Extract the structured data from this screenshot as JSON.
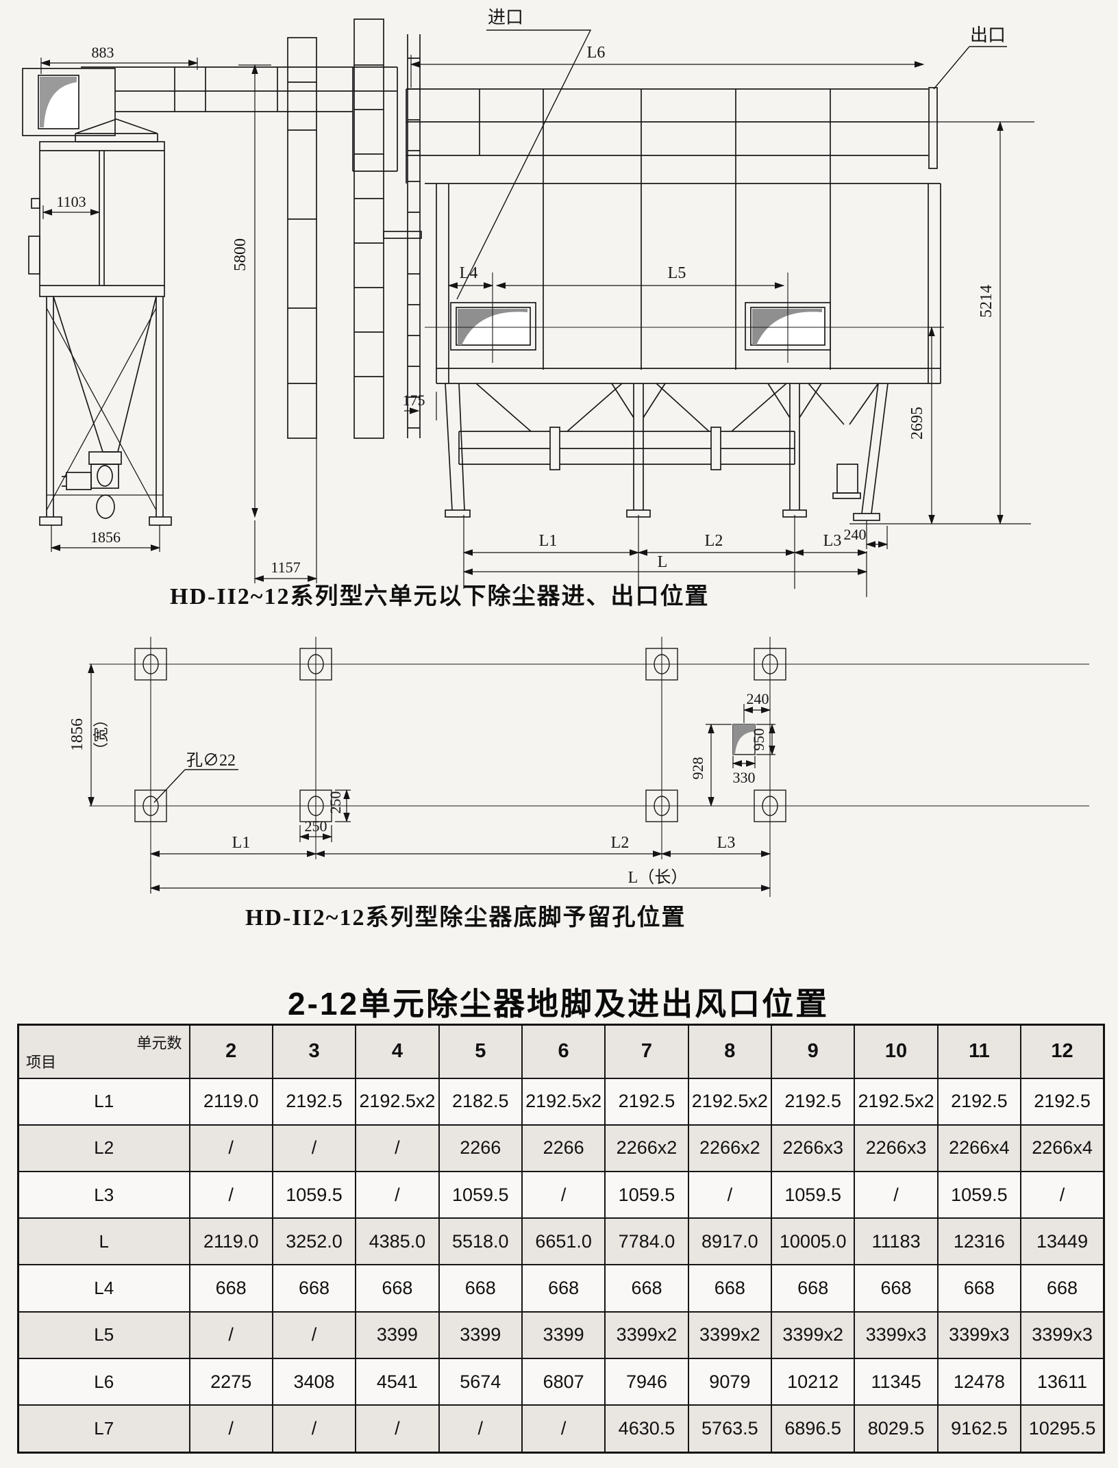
{
  "side_view": {
    "dim_inlet_width": "883",
    "dim_panel_width": "1103",
    "dim_base_width": "1856"
  },
  "front_view": {
    "label_inlet": "进口",
    "label_outlet": "出口",
    "dim_top_length": "L6",
    "dim_height": "5800",
    "dim_l4": "L4",
    "dim_l5": "L5",
    "dim_offset": "175",
    "dim_outlet_height": "5214",
    "dim_hopper_height": "2695",
    "dim_foot_offset": "240",
    "dim_front_offset": "1157",
    "dim_l1": "L1",
    "dim_l2": "L2",
    "dim_l3": "L3",
    "dim_total": "L"
  },
  "foundation_view": {
    "dim_width": "1856",
    "dim_width_note": "（宽）",
    "label_hole": "孔∅22",
    "dim_plate_w": "250",
    "dim_plate_h": "250",
    "dim_marker_offset_x": "240",
    "dim_marker_h": "950",
    "dim_marker_offset_y": "928",
    "dim_marker_w": "330",
    "dim_l1": "L1",
    "dim_l2": "L2",
    "dim_l3": "L3",
    "dim_total": "L（长）"
  },
  "captions": {
    "figure1": "HD-II2~12系列型六单元以下除尘器进、出口位置",
    "figure2": "HD-II2~12系列型除尘器底脚予留孔位置",
    "table_title": "2-12单元除尘器地脚及进出风口位置"
  },
  "table": {
    "corner_top": "单元数",
    "corner_bottom": "项目",
    "columns": [
      "2",
      "3",
      "4",
      "5",
      "6",
      "7",
      "8",
      "9",
      "10",
      "11",
      "12"
    ],
    "rows": [
      {
        "label": "L1",
        "values": [
          "2119.0",
          "2192.5",
          "2192.5x2",
          "2182.5",
          "2192.5x2",
          "2192.5",
          "2192.5x2",
          "2192.5",
          "2192.5x2",
          "2192.5",
          "2192.5"
        ]
      },
      {
        "label": "L2",
        "values": [
          "/",
          "/",
          "/",
          "2266",
          "2266",
          "2266x2",
          "2266x2",
          "2266x3",
          "2266x3",
          "2266x4",
          "2266x4"
        ]
      },
      {
        "label": "L3",
        "values": [
          "/",
          "1059.5",
          "/",
          "1059.5",
          "/",
          "1059.5",
          "/",
          "1059.5",
          "/",
          "1059.5",
          "/"
        ]
      },
      {
        "label": "L",
        "values": [
          "2119.0",
          "3252.0",
          "4385.0",
          "5518.0",
          "6651.0",
          "7784.0",
          "8917.0",
          "10005.0",
          "11183",
          "12316",
          "13449"
        ]
      },
      {
        "label": "L4",
        "values": [
          "668",
          "668",
          "668",
          "668",
          "668",
          "668",
          "668",
          "668",
          "668",
          "668",
          "668"
        ]
      },
      {
        "label": "L5",
        "values": [
          "/",
          "/",
          "3399",
          "3399",
          "3399",
          "3399x2",
          "3399x2",
          "3399x2",
          "3399x3",
          "3399x3",
          "3399x3"
        ]
      },
      {
        "label": "L6",
        "values": [
          "2275",
          "3408",
          "4541",
          "5674",
          "6807",
          "7946",
          "9079",
          "10212",
          "11345",
          "12478",
          "13611"
        ]
      },
      {
        "label": "L7",
        "values": [
          "/",
          "/",
          "/",
          "/",
          "/",
          "4630.5",
          "5763.5",
          "6896.5",
          "8029.5",
          "9162.5",
          "10295.5"
        ]
      }
    ]
  }
}
